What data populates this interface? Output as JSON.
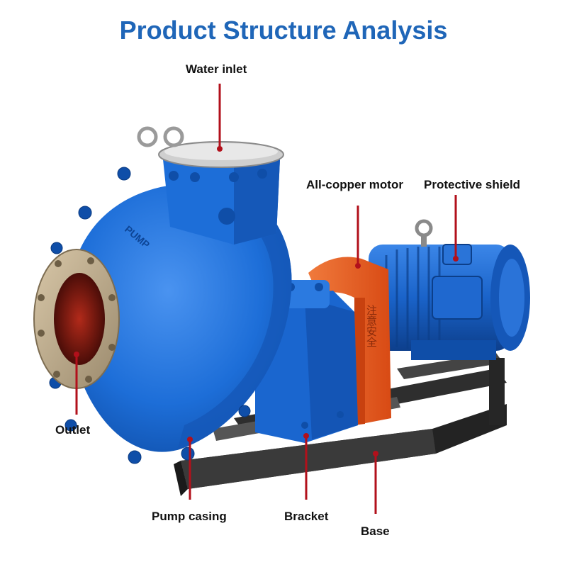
{
  "title": "Product Structure Analysis",
  "colors": {
    "title": "#1f66b8",
    "pump_blue": "#1d6ed8",
    "shield_orange": "#e8591f",
    "base_steel": "#2b2b2b",
    "leader_red": "#b2101b"
  },
  "labels": {
    "water_inlet": "Water inlet",
    "motor": "All-copper motor",
    "shield": "Protective shield",
    "outlet": "Outlet",
    "pump_casing": "Pump casing",
    "bracket": "Bracket",
    "base": "Base"
  },
  "pump_embossing": "PUMP",
  "shield_text": "注意安全"
}
